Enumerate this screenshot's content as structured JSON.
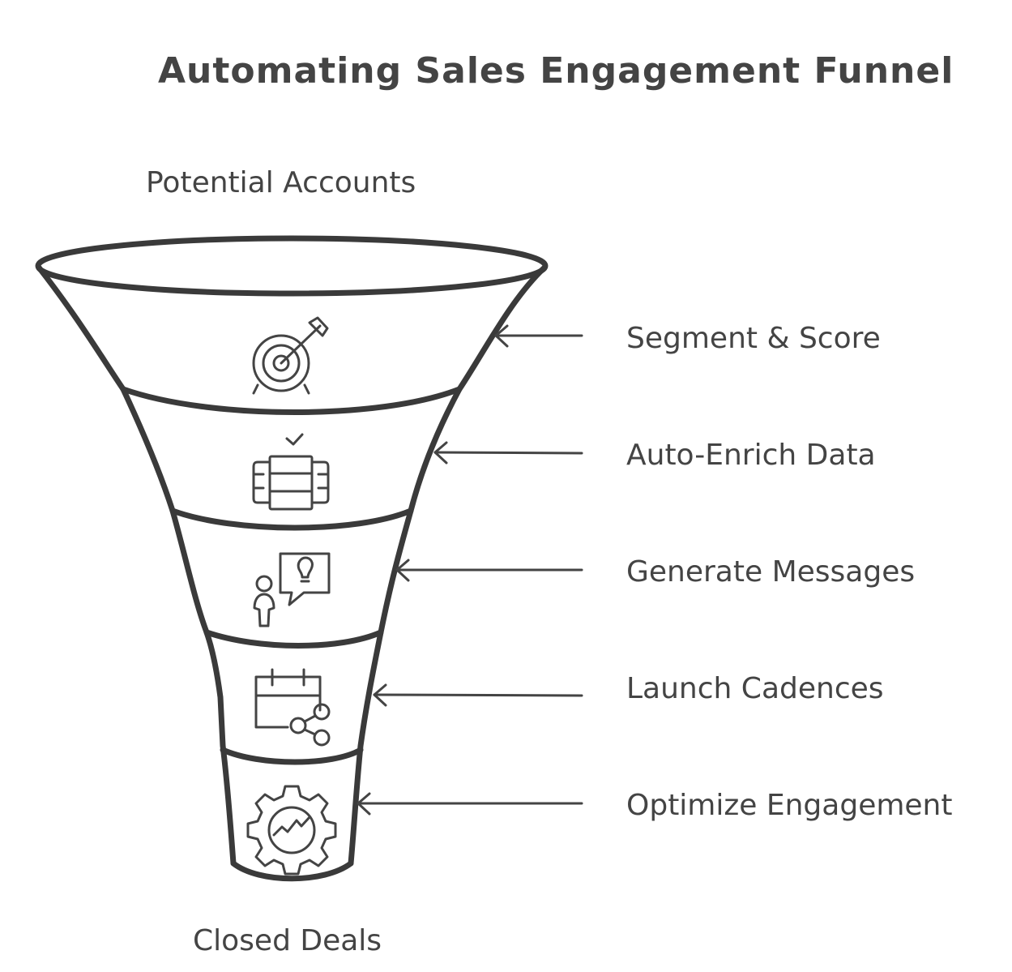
{
  "title": "Automating Sales Engagement Funnel",
  "top_label": "Potential Accounts",
  "bottom_label": "Closed Deals",
  "stages": [
    {
      "label": "Segment & Score",
      "icon": "target-icon"
    },
    {
      "label": "Auto-Enrich Data",
      "icon": "database-check-icon"
    },
    {
      "label": "Generate Messages",
      "icon": "person-idea-bubble-icon"
    },
    {
      "label": "Launch Cadences",
      "icon": "calendar-share-icon"
    },
    {
      "label": "Optimize Engagement",
      "icon": "gear-chart-icon"
    }
  ],
  "colors": {
    "stroke": "#3a3a3a",
    "text": "#444444",
    "background": "#ffffff"
  }
}
